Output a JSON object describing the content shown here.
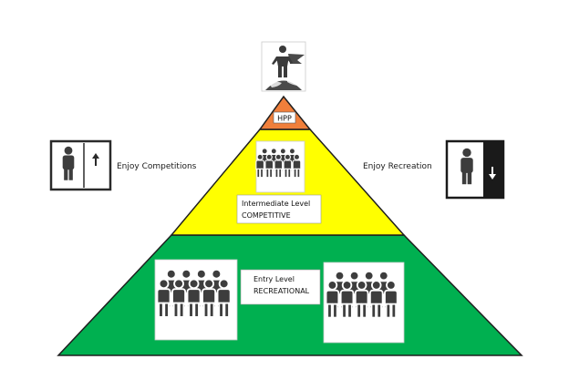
{
  "pyramid": {
    "top": {
      "label": "HPP",
      "color": "#F07F3B"
    },
    "middle": {
      "line1": "Intermediate Level",
      "line2": "COMPETITIVE",
      "color": "#FFFF00"
    },
    "bottom": {
      "line1": "Entry Level",
      "line2": "RECREATIONAL",
      "color": "#00B050"
    }
  },
  "side_left": {
    "label": "Enjoy Competitions",
    "icon": "person-up-arrow-icon"
  },
  "side_right": {
    "label": "Enjoy Recreation",
    "icon": "person-down-arrow-icon"
  },
  "icons": {
    "champion": "champion-on-globe-icon",
    "group": "crowd-icon"
  }
}
